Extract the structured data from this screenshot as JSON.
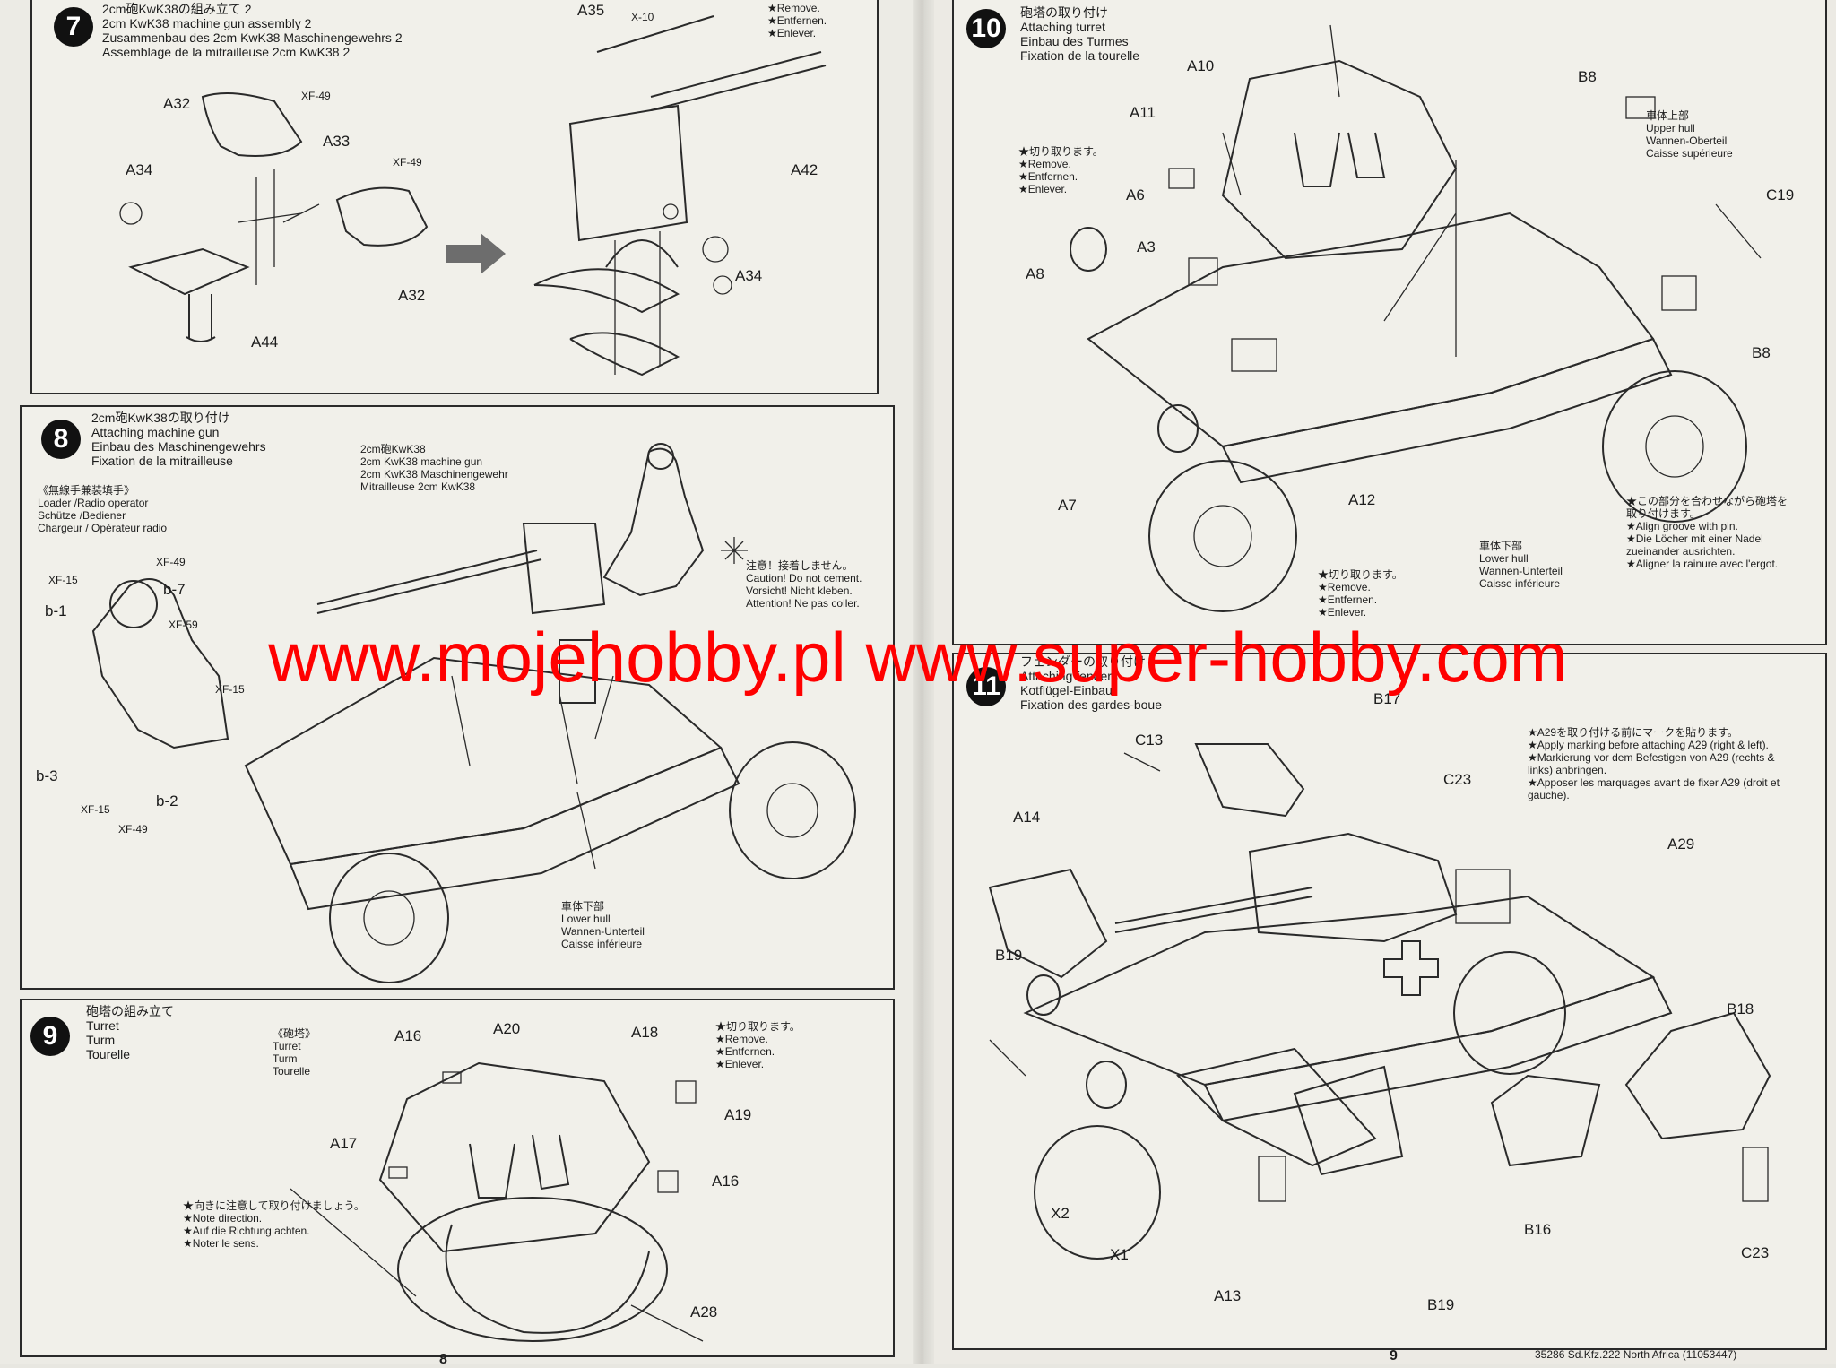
{
  "watermark": "www.mojehobby.pl www.super-hobby.com",
  "step7": {
    "num": "7",
    "title": [
      "2cm砲KwK38の組み立て 2",
      "2cm KwK38 machine gun assembly 2",
      "Zusammenbau des 2cm KwK38 Maschinengewehrs 2",
      "Assemblage de la mitrailleuse 2cm KwK38 2"
    ],
    "labels": {
      "a32a": "A32",
      "a32b": "A32",
      "a33": "A33",
      "a34a": "A34",
      "a34b": "A34",
      "a44": "A44",
      "a35": "A35",
      "a42": "A42",
      "x10": "X-10",
      "xf49a": "XF-49",
      "xf49b": "XF-49"
    },
    "remove": [
      "★Remove.",
      "★Entfernen.",
      "★Enlever."
    ]
  },
  "step8": {
    "num": "8",
    "title": [
      "2cm砲KwK38の取り付け",
      "Attaching machine gun",
      "Einbau des Maschinengewehrs",
      "Fixation de la mitrailleuse"
    ],
    "gun": [
      "2cm砲KwK38",
      "2cm KwK38 machine gun",
      "2cm KwK38 Maschinengewehr",
      "Mitrailleuse 2cm KwK38"
    ],
    "loader": [
      "《無線手兼装填手》",
      "Loader /Radio operator",
      "Schütze /Bediener",
      "Chargeur / Opérateur radio"
    ],
    "caution": [
      "注意！接着しません。",
      "Caution! Do not cement.",
      "Vorsicht! Nicht kleben.",
      "Attention! Ne pas coller."
    ],
    "lower_hull": [
      "車体下部",
      "Lower hull",
      "Wannen-Unterteil",
      "Caisse inférieure"
    ],
    "labels": {
      "xf49a": "XF-49",
      "xf15a": "XF-15",
      "b7": "b-7",
      "b1": "b-1",
      "xf59": "XF-59",
      "xf15b": "XF-15",
      "b3": "b-3",
      "b2": "b-2",
      "xf15c": "XF-15",
      "xf49b": "XF-49"
    }
  },
  "step9": {
    "num": "9",
    "title": [
      "砲塔の組み立て",
      "Turret",
      "Turm",
      "Tourelle"
    ],
    "turret": [
      "《砲塔》",
      "Turret",
      "Turm",
      "Tourelle"
    ],
    "remove": [
      "★切り取ります。",
      "★Remove.",
      "★Entfernen.",
      "★Enlever."
    ],
    "direction": [
      "★向きに注意して取り付けましょう。",
      "★Note direction.",
      "★Auf die Richtung achten.",
      "★Noter le sens."
    ],
    "labels": {
      "a16a": "A16",
      "a20": "A20",
      "a18": "A18",
      "a19": "A19",
      "a17": "A17",
      "a16b": "A16",
      "a28": "A28"
    }
  },
  "step10": {
    "num": "10",
    "title": [
      "砲塔の取り付け",
      "Attaching turret",
      "Einbau des Turmes",
      "Fixation de la tourelle"
    ],
    "remove_a": [
      "★切り取ります。",
      "★Remove.",
      "★Entfernen.",
      "★Enlever."
    ],
    "remove_b": [
      "★切り取ります。",
      "★Remove.",
      "★Entfernen.",
      "★Enlever."
    ],
    "upper_hull": [
      "車体上部",
      "Upper hull",
      "Wannen-Oberteil",
      "Caisse supérieure"
    ],
    "lower_hull": [
      "車体下部",
      "Lower hull",
      "Wannen-Unterteil",
      "Caisse inférieure"
    ],
    "align": [
      "★この部分を合わせながら砲塔を",
      "取り付けます。",
      "★Align groove with pin.",
      "★Die Löcher mit einer Nadel",
      "zueinander ausrichten.",
      "★Aligner la rainure avec l'ergot."
    ],
    "labels": {
      "a10": "A10",
      "b8a": "B8",
      "a11": "A11",
      "a6": "A6",
      "c19": "C19",
      "a3": "A3",
      "a8": "A8",
      "b8b": "B8",
      "a7": "A7",
      "a12": "A12"
    }
  },
  "step11": {
    "num": "11",
    "title": [
      "フェンダーの取り付け",
      "Attaching fenders",
      "Kotflügel-Einbau",
      "Fixation des gardes-boue"
    ],
    "marking": [
      "★A29を取り付ける前にマークを貼ります。",
      "★Apply marking before attaching A29 (right & left).",
      "★Markierung vor dem Befestigen von A29 (rechts &",
      "links) anbringen.",
      "★Apposer les marquages avant de fixer A29 (droit et",
      "gauche)."
    ],
    "labels": {
      "b17": "B17",
      "c13": "C13",
      "c23a": "C23",
      "a14": "A14",
      "a29": "A29",
      "b19a": "B19",
      "b18": "B18",
      "x2": "X2",
      "x1": "X1",
      "b16": "B16",
      "a13": "A13",
      "c23b": "C23",
      "b19b": "B19"
    }
  },
  "footer": {
    "page_left": "8",
    "page_right": "9",
    "code": "35286 Sd.Kfz.222 North Africa (11053447)"
  }
}
